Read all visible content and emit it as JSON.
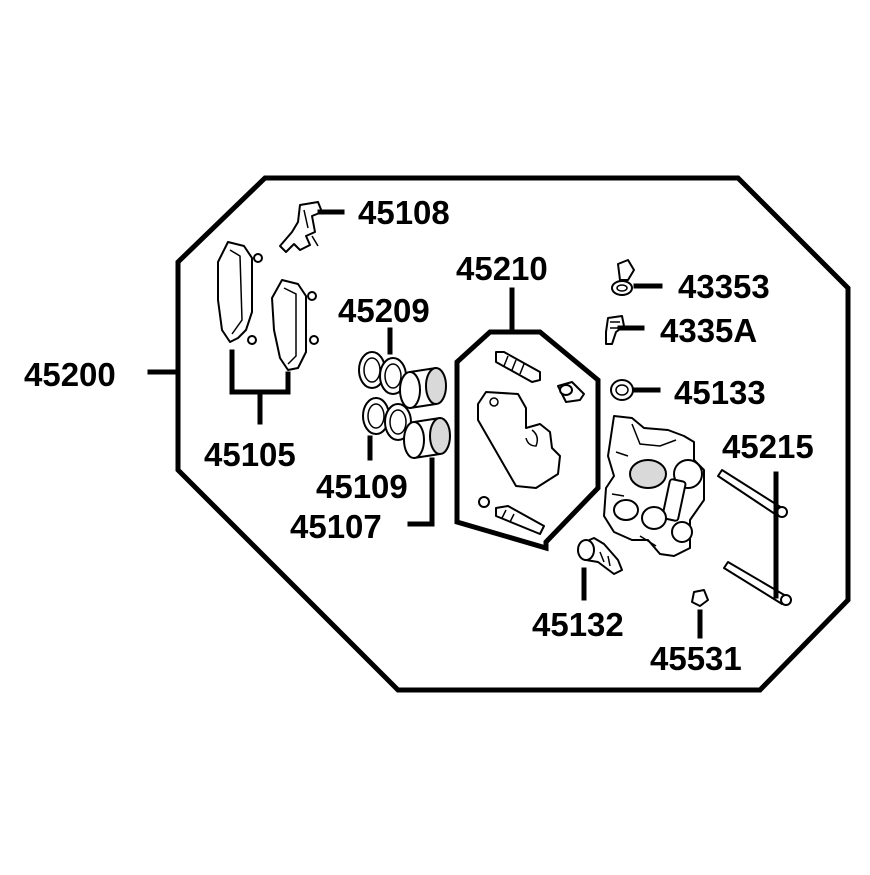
{
  "labels": {
    "45108": "45108",
    "45210": "45210",
    "43353": "43353",
    "4335A": "4335A",
    "45209": "45209",
    "45200": "45200",
    "45133": "45133",
    "45105": "45105",
    "45215": "45215",
    "45109": "45109",
    "45107": "45107",
    "45132": "45132",
    "45531": "45531"
  }
}
